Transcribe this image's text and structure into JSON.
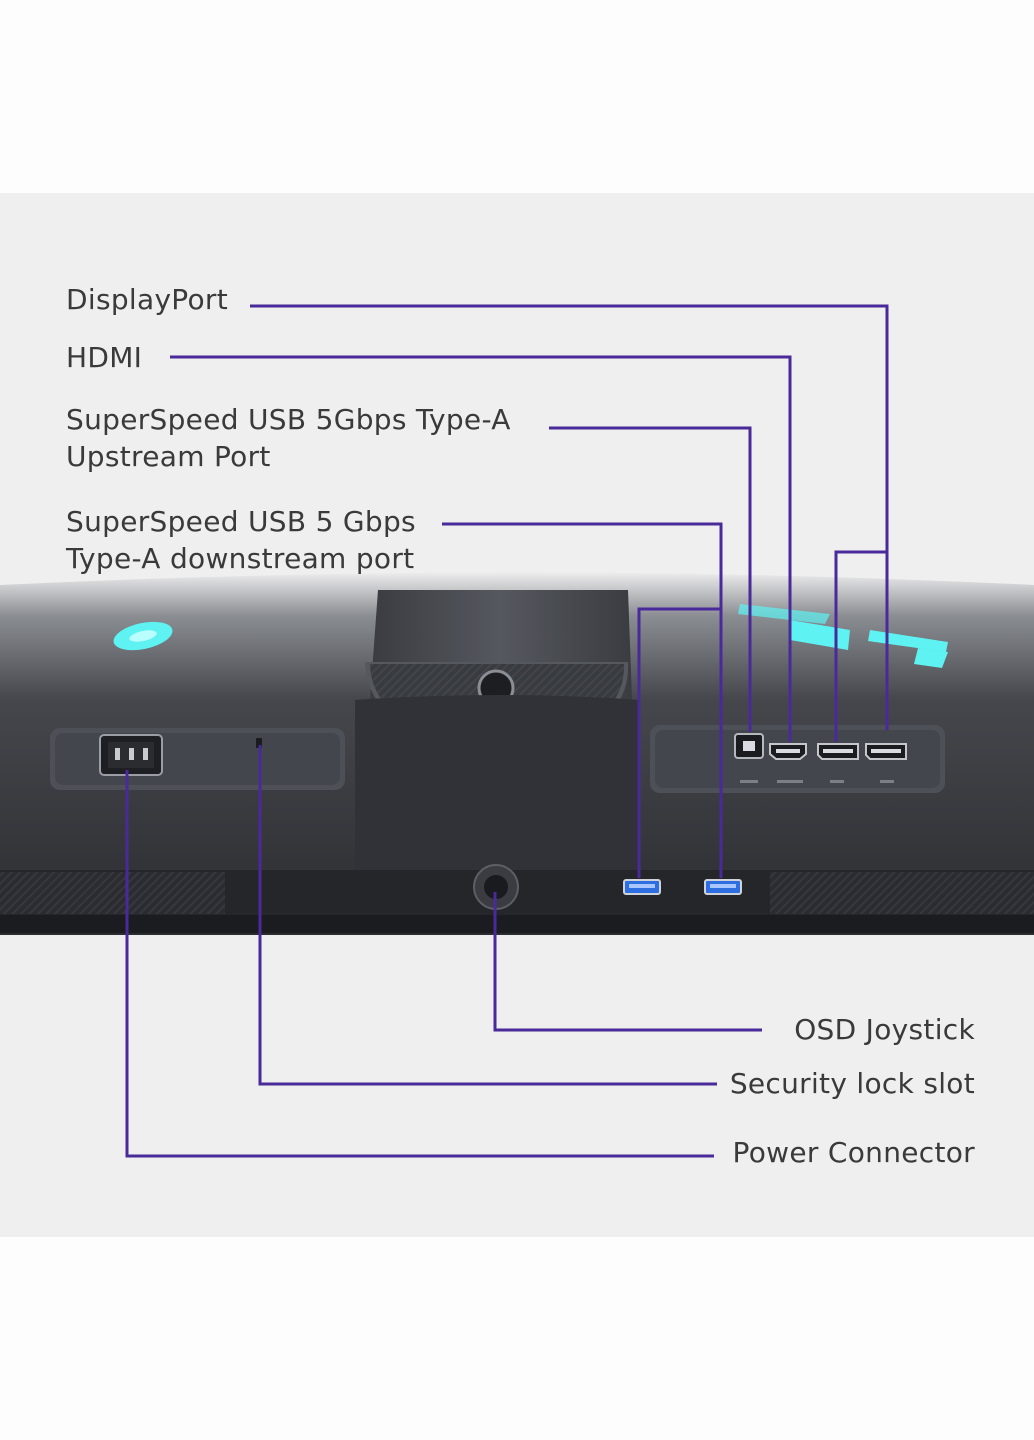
{
  "callouts": {
    "displayport": {
      "label": "DisplayPort"
    },
    "hdmi": {
      "label": "HDMI"
    },
    "usb_upstream": {
      "line1": "SuperSpeed USB 5Gbps Type-A",
      "line2": "Upstream Port"
    },
    "usb_downstream": {
      "line1": "SuperSpeed USB 5 Gbps",
      "line2": "Type-A downstream port"
    },
    "osd_joystick": {
      "label": "OSD Joystick"
    },
    "security_lock": {
      "label": "Security lock slot"
    },
    "power_connector": {
      "label": "Power Connector"
    }
  },
  "colors": {
    "leader_line": "#4a2a9a",
    "panel_background": "#efefef",
    "monitor_body": "#2f3136",
    "accent_glow": "#57f0f0",
    "usb_port": "#2d6fe0"
  }
}
